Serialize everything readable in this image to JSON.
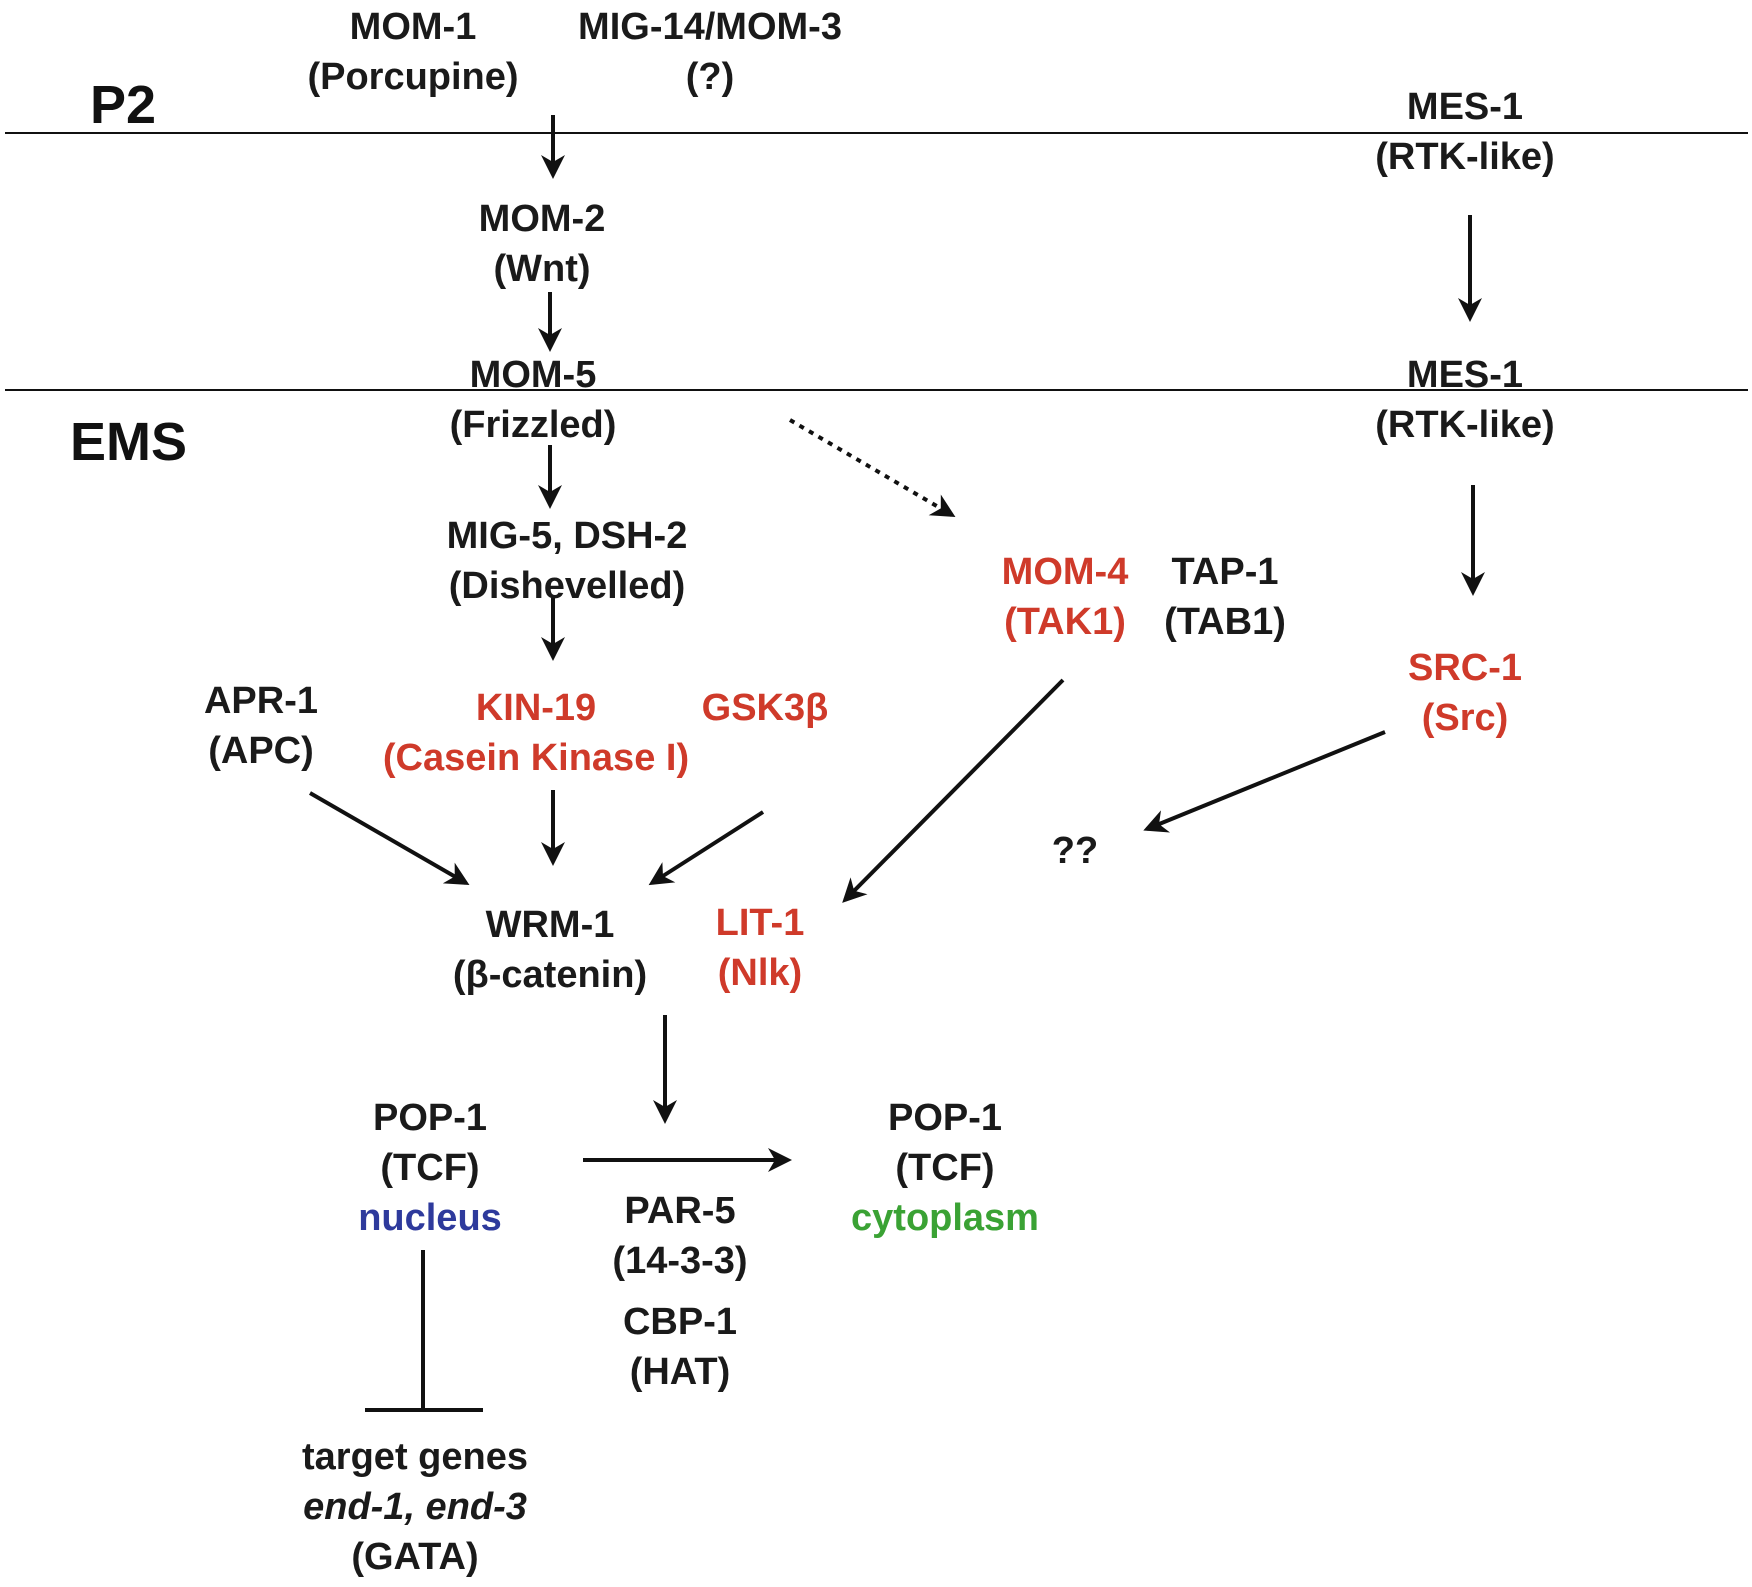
{
  "regions": {
    "p2": "P2",
    "ems": "EMS"
  },
  "nodes": {
    "mom1": {
      "name": "MOM-1",
      "desc": "(Porcupine)"
    },
    "mig14": {
      "name": "MIG-14/MOM-3",
      "desc": "(?)"
    },
    "mes1_top": {
      "name": "MES-1",
      "desc": "(RTK-like)"
    },
    "mom2": {
      "name": "MOM-2",
      "desc": "(Wnt)"
    },
    "mom5": {
      "name": "MOM-5",
      "desc": "(Frizzled)"
    },
    "mes1_bottom": {
      "name": "MES-1",
      "desc": "(RTK-like)"
    },
    "mig5": {
      "name": "MIG-5, DSH-2",
      "desc": "(Dishevelled)"
    },
    "mom4": {
      "name": "MOM-4",
      "desc": "(TAK1)"
    },
    "tap1": {
      "name": "TAP-1",
      "desc": "(TAB1)"
    },
    "src1": {
      "name": "SRC-1",
      "desc": "(Src)"
    },
    "apr1": {
      "name": "APR-1",
      "desc": "(APC)"
    },
    "kin19": {
      "name": "KIN-19",
      "desc": "(Casein Kinase I)"
    },
    "gsk3b": {
      "name": "GSK3β"
    },
    "unknown": {
      "name": "??"
    },
    "wrm1": {
      "name": "WRM-1",
      "desc": "(β-catenin)"
    },
    "lit1": {
      "name": "LIT-1",
      "desc": "(Nlk)"
    },
    "pop1_nuc": {
      "name": "POP-1",
      "desc": "(TCF)",
      "loc": "nucleus"
    },
    "pop1_cyto": {
      "name": "POP-1",
      "desc": "(TCF)",
      "loc": "cytoplasm"
    },
    "par5": {
      "name": "PAR-5",
      "desc": "(14-3-3)"
    },
    "cbp1": {
      "name": "CBP-1",
      "desc": "(HAT)"
    },
    "targets": {
      "name": "target genes",
      "genes": "end-1, end-3",
      "desc": "(GATA)"
    }
  },
  "colors": {
    "kinase_red": "#cf3a2a",
    "nucleus_blue": "#2e3a9c",
    "cytoplasm_green": "#3aa234",
    "line": "#111111"
  }
}
